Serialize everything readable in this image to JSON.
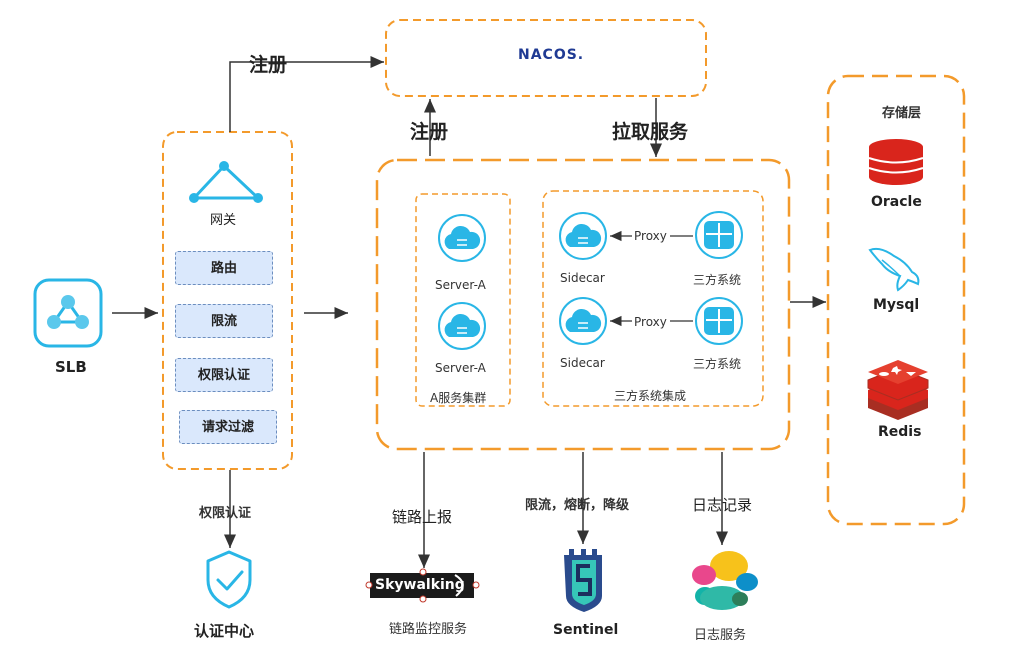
{
  "labels": {
    "register_top": "注册",
    "register_mid": "注册",
    "pull_service": "拉取服务",
    "nacos": "NACOS.",
    "gateway": "网关",
    "slb": "SLB",
    "auth_label": "权限认证",
    "auth_center": "认证中心",
    "trace_report": "链路上报",
    "trace_service": "链路监控服务",
    "skywalking": "Skywalking",
    "limit_fuse": "限流，熔断，降级",
    "sentinel": "Sentinel",
    "log_record": "日志记录",
    "log_service": "日志服务",
    "storage": "存储层",
    "oracle": "Oracle",
    "mysql": "Mysql",
    "redis": "Redis"
  },
  "gateway_items": [
    "路由",
    "限流",
    "权限认证",
    "请求过滤"
  ],
  "cluster_a": {
    "title": "A服务集群",
    "servers": [
      "Server-A",
      "Server-A"
    ]
  },
  "third_party": {
    "title": "三方系统集成",
    "rows": [
      {
        "sidecar": "Sidecar",
        "proxy": "Proxy",
        "system": "三方系统"
      },
      {
        "sidecar": "Sidecar",
        "proxy": "Proxy",
        "system": "三方系统"
      }
    ]
  },
  "colors": {
    "orange": "#f39a2b",
    "cyan": "#29b6e6",
    "cyan_fill": "#5bc8ec",
    "red": "#d9251c",
    "pill_fill": "#dae8fc",
    "line": "#333333"
  }
}
